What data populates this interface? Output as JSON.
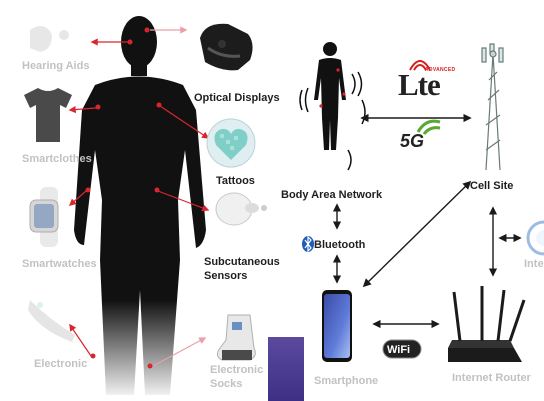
{
  "wearables": {
    "hearing_aids": "Hearing Aids",
    "smartclothes": "Smartclothes",
    "smartwatches": "Smartwatches",
    "electronic_footwear": "Electronic",
    "optical_displays": "Optical Displays",
    "tattoos": "Tattoos",
    "subcutaneous_sensors_line1": "Subcutaneous",
    "subcutaneous_sensors_line2": "Sensors",
    "electronic_socks_line1": "Electronic",
    "electronic_socks_line2": "Socks"
  },
  "network": {
    "body_area_network": "Body Area Network",
    "cell_site": "Cell Site",
    "smartphone": "Smartphone",
    "internet_router": "Internet Router",
    "internet_partial": "Inte"
  },
  "logos": {
    "lte": "Lte",
    "lte_advanced": "ADVANCED",
    "five_g": "5G",
    "bluetooth": "Bluetooth",
    "wifi": "WiFi"
  },
  "colors": {
    "silhouette": "#111111",
    "connector_red": "#d9262e",
    "connector_pink": "#e8a0a8",
    "arrow_dark": "#1a1a1a",
    "sticker_purple": "#4a3b8f",
    "five_g_green": "#5aa832",
    "lte_red": "#d42020",
    "bluetooth_blue": "#1d5db8"
  }
}
